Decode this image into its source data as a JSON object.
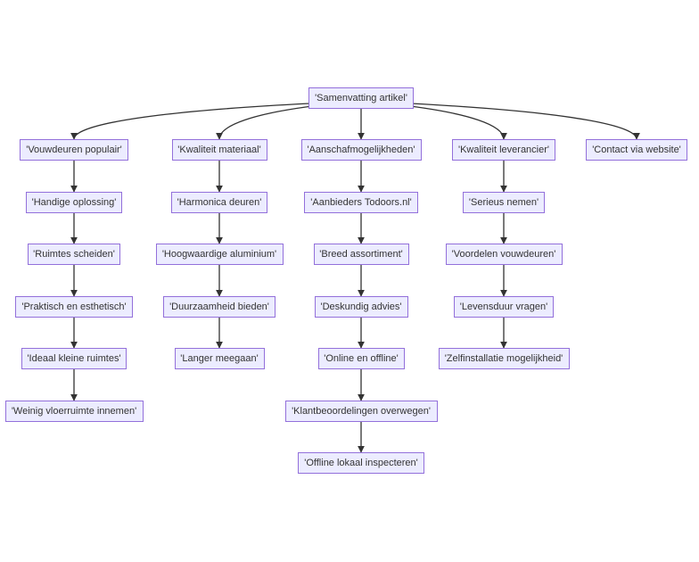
{
  "diagram": {
    "root": {
      "id": "root",
      "label": "'Samenvatting artikel'"
    },
    "branches": [
      {
        "id": "b1",
        "nodes": [
          {
            "id": "b1-0",
            "label": "'Vouwdeuren populair'"
          },
          {
            "id": "b1-1",
            "label": "'Handige oplossing'"
          },
          {
            "id": "b1-2",
            "label": "'Ruimtes scheiden'"
          },
          {
            "id": "b1-3",
            "label": "'Praktisch en esthetisch'"
          },
          {
            "id": "b1-4",
            "label": "'Ideaal kleine ruimtes'"
          },
          {
            "id": "b1-5",
            "label": "'Weinig vloerruimte innemen'"
          }
        ]
      },
      {
        "id": "b2",
        "nodes": [
          {
            "id": "b2-0",
            "label": "'Kwaliteit materiaal'"
          },
          {
            "id": "b2-1",
            "label": "'Harmonica deuren'"
          },
          {
            "id": "b2-2",
            "label": "'Hoogwaardige aluminium'"
          },
          {
            "id": "b2-3",
            "label": "'Duurzaamheid bieden'"
          },
          {
            "id": "b2-4",
            "label": "'Langer meegaan'"
          }
        ]
      },
      {
        "id": "b3",
        "nodes": [
          {
            "id": "b3-0",
            "label": "'Aanschafmogelijkheden'"
          },
          {
            "id": "b3-1",
            "label": "'Aanbieders Todoors.nl'"
          },
          {
            "id": "b3-2",
            "label": "'Breed assortiment'"
          },
          {
            "id": "b3-3",
            "label": "'Deskundig advies'"
          },
          {
            "id": "b3-4",
            "label": "'Online en offline'"
          },
          {
            "id": "b3-5",
            "label": "'Klantbeoordelingen overwegen'"
          },
          {
            "id": "b3-6",
            "label": "'Offline lokaal inspecteren'"
          }
        ]
      },
      {
        "id": "b4",
        "nodes": [
          {
            "id": "b4-0",
            "label": "'Kwaliteit leverancier'"
          },
          {
            "id": "b4-1",
            "label": "'Serieus nemen'"
          },
          {
            "id": "b4-2",
            "label": "'Voordelen vouwdeuren'"
          },
          {
            "id": "b4-3",
            "label": "'Levensduur vragen'"
          },
          {
            "id": "b4-4",
            "label": "'Zelfinstallatie mogelijkheid'"
          }
        ]
      },
      {
        "id": "b5",
        "nodes": [
          {
            "id": "b5-0",
            "label": "'Contact via website'"
          }
        ]
      }
    ]
  },
  "colors": {
    "node_fill": "#ececff",
    "node_border": "#9370db",
    "text": "#333333",
    "edge": "#333333",
    "background": "#ffffff"
  }
}
